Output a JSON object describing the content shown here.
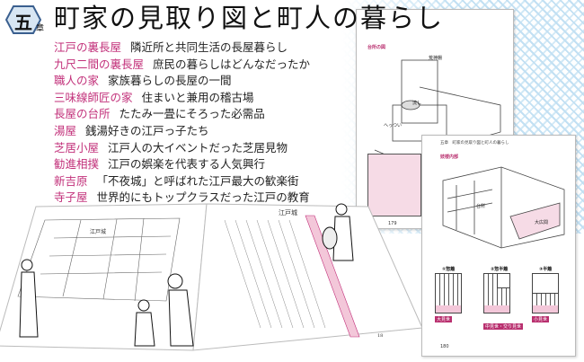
{
  "chapter": {
    "number": "五",
    "suffix": "章",
    "title": "町家の見取り図と町人の暮らし"
  },
  "topics": [
    {
      "title": "江戸の裏長屋",
      "desc": "隣近所と共同生活の長屋暮らし"
    },
    {
      "title": "九尺二間の裏長屋",
      "desc": "庶民の暮らしはどんなだったか"
    },
    {
      "title": "職人の家",
      "desc": "家族暮らしの長屋の一間"
    },
    {
      "title": "三味線師匠の家",
      "desc": "住まいと兼用の稽古場"
    },
    {
      "title": "長屋の台所",
      "desc": "たたみ一畳にそろった必需品"
    },
    {
      "title": "湯屋",
      "desc": "銭湯好きの江戸っ子たち"
    },
    {
      "title": "芝居小屋",
      "desc": "江戸人の大イベントだった芝居見物"
    },
    {
      "title": "勧進相撲",
      "desc": "江戸の娯楽を代表する人気興行"
    },
    {
      "title": "新吉原",
      "desc": "「不夜城」と呼ばれた江戸最大の歓楽街"
    },
    {
      "title": "寺子屋",
      "desc": "世界的にもトップクラスだった江戸の教育"
    }
  ],
  "pages": {
    "kitchen": {
      "heading": "台所の図",
      "page": "179",
      "labels": [
        "荒神棚",
        "へっつい",
        "流し"
      ]
    },
    "brothel": {
      "header": "五章　町家の見取り図と町人の暮らし",
      "heading": "妓楼内部",
      "page": "180",
      "lattices": [
        {
          "name": "①惣籬",
          "tag": "大見世"
        },
        {
          "name": "②惣半籬",
          "tag": "中見世・交り見世"
        },
        {
          "name": "③半籬",
          "tag": "小見世"
        }
      ],
      "labels": [
        "大広間",
        "台所"
      ]
    },
    "spread": {
      "left_label": "江戸城",
      "right_heading": "江戸城",
      "page": "18"
    }
  },
  "colors": {
    "accent": "#c2307a",
    "pattern": "#a9d4ee"
  }
}
